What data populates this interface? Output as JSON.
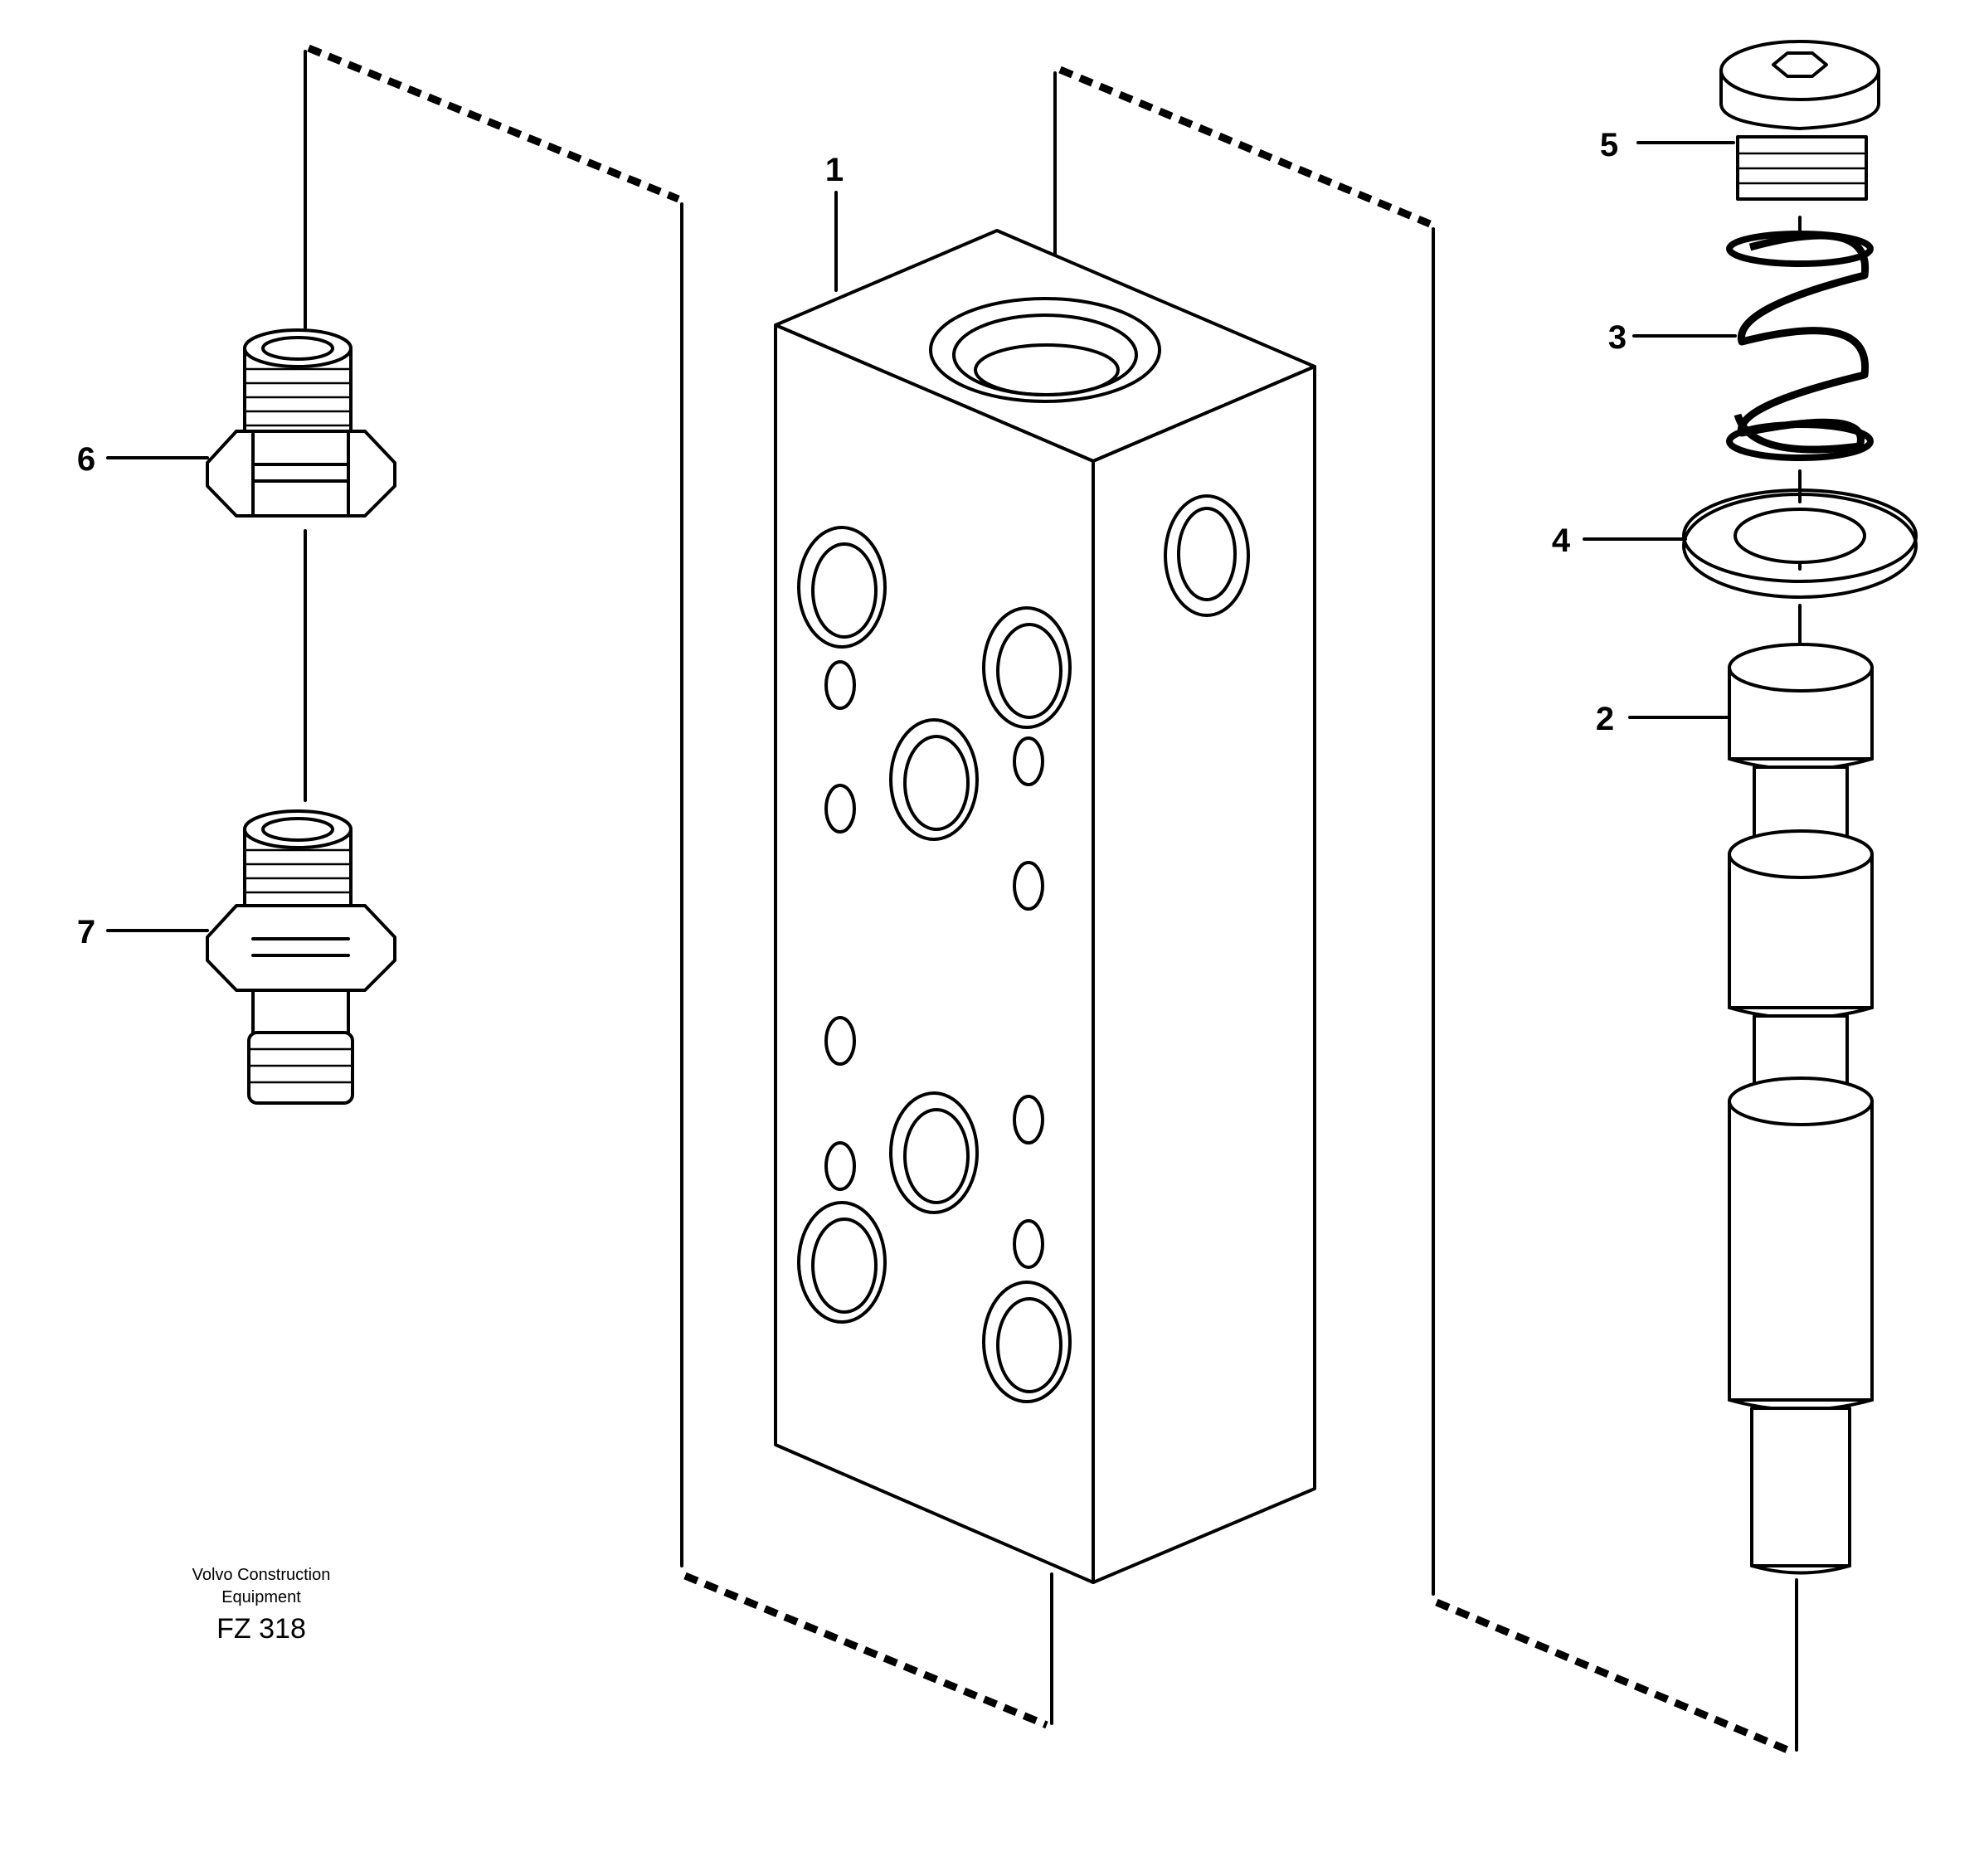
{
  "parts": [
    {
      "number": "1"
    },
    {
      "number": "2"
    },
    {
      "number": "3"
    },
    {
      "number": "4"
    },
    {
      "number": "5"
    },
    {
      "number": "6"
    },
    {
      "number": "7"
    }
  ],
  "caption": {
    "line1": "Volvo Construction",
    "line2": "Equipment",
    "code": "FZ 318"
  }
}
